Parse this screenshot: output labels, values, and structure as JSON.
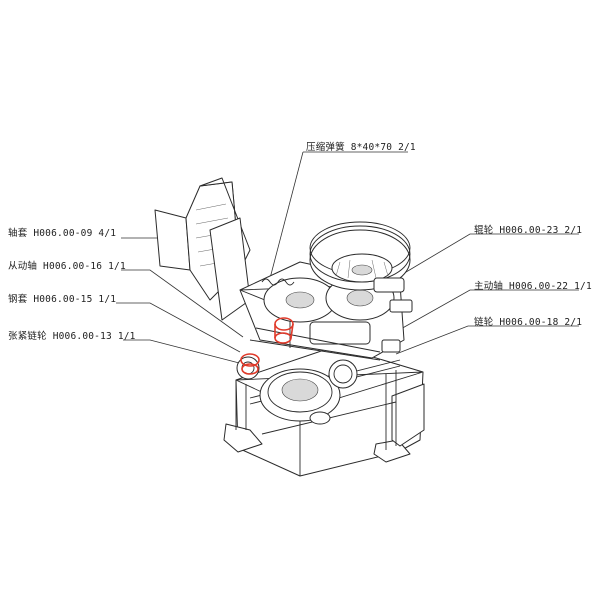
{
  "diagram": {
    "colors": {
      "line": "#2b2b2b",
      "highlight": "#e03a2a",
      "background": "#ffffff"
    },
    "callouts": [
      {
        "id": "compression-spring",
        "text": "压缩弹簧 8*40*70 2/1"
      },
      {
        "id": "shaft-sleeve",
        "text": "轴套 H006.00-09 4/1"
      },
      {
        "id": "driven-shaft",
        "text": "从动轴 H006.00-16 1/1"
      },
      {
        "id": "steel-sleeve",
        "text": "钢套 H006.00-15 1/1"
      },
      {
        "id": "tension-sprocket",
        "text": "张紧链轮 H006.00-13 1/1"
      },
      {
        "id": "roller-wheel",
        "text": "辊轮 H006.00-23 2/1"
      },
      {
        "id": "main-shaft",
        "text": "主动轴  H006.00-22 1/1"
      },
      {
        "id": "sprocket",
        "text": "链轮 H006.00-18 2/1"
      }
    ]
  }
}
